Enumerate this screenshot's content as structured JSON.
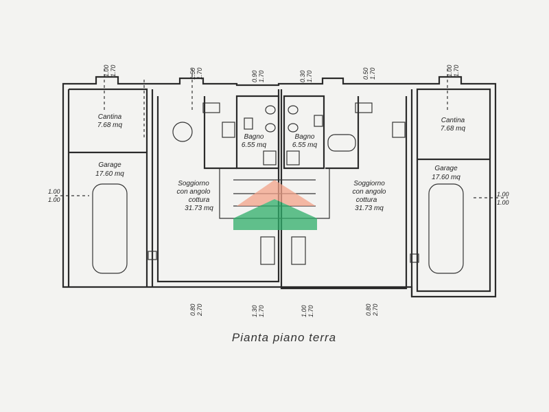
{
  "title": "Pianta piano terra",
  "rooms": {
    "cantina_left": {
      "name": "Cantina",
      "area": "7.68 mq"
    },
    "garage_left": {
      "name": "Garage",
      "area": "17.60 mq"
    },
    "soggiorno_left": {
      "line1": "Soggiorno",
      "line2": "con angolo",
      "line3": "cottura",
      "area": "31.73 mq"
    },
    "bagno_left": {
      "name": "Bagno",
      "area": "6.55 mq"
    },
    "bagno_right": {
      "name": "Bagno",
      "area": "6.55 mq"
    },
    "soggiorno_right": {
      "line1": "Soggiorno",
      "line2": "con angolo",
      "line3": "cottura",
      "area": "31.73 mq"
    },
    "cantina_right": {
      "name": "Cantina",
      "area": "7.68 mq"
    },
    "garage_right": {
      "name": "Garage",
      "area": "17.60 mq"
    }
  },
  "dimensions": {
    "top": [
      {
        "a": "1.00",
        "b": "1.70"
      },
      {
        "a": "1.50",
        "b": "1.70"
      },
      {
        "a": "0.90",
        "b": "1.70"
      },
      {
        "a": "0.30",
        "b": "1.70"
      },
      {
        "a": "0.50",
        "b": "1.70"
      },
      {
        "a": "1.00",
        "b": "1.70"
      }
    ],
    "bottom": [
      {
        "a": "0.80",
        "b": "2.70"
      },
      {
        "a": "1.30",
        "b": "1.70"
      },
      {
        "a": "1.00",
        "b": "1.70"
      },
      {
        "a": "0.80",
        "b": "2.70"
      }
    ],
    "left": {
      "a": "1.00",
      "b": "1.00"
    },
    "right": {
      "a": "1.00",
      "b": "1.00"
    }
  }
}
